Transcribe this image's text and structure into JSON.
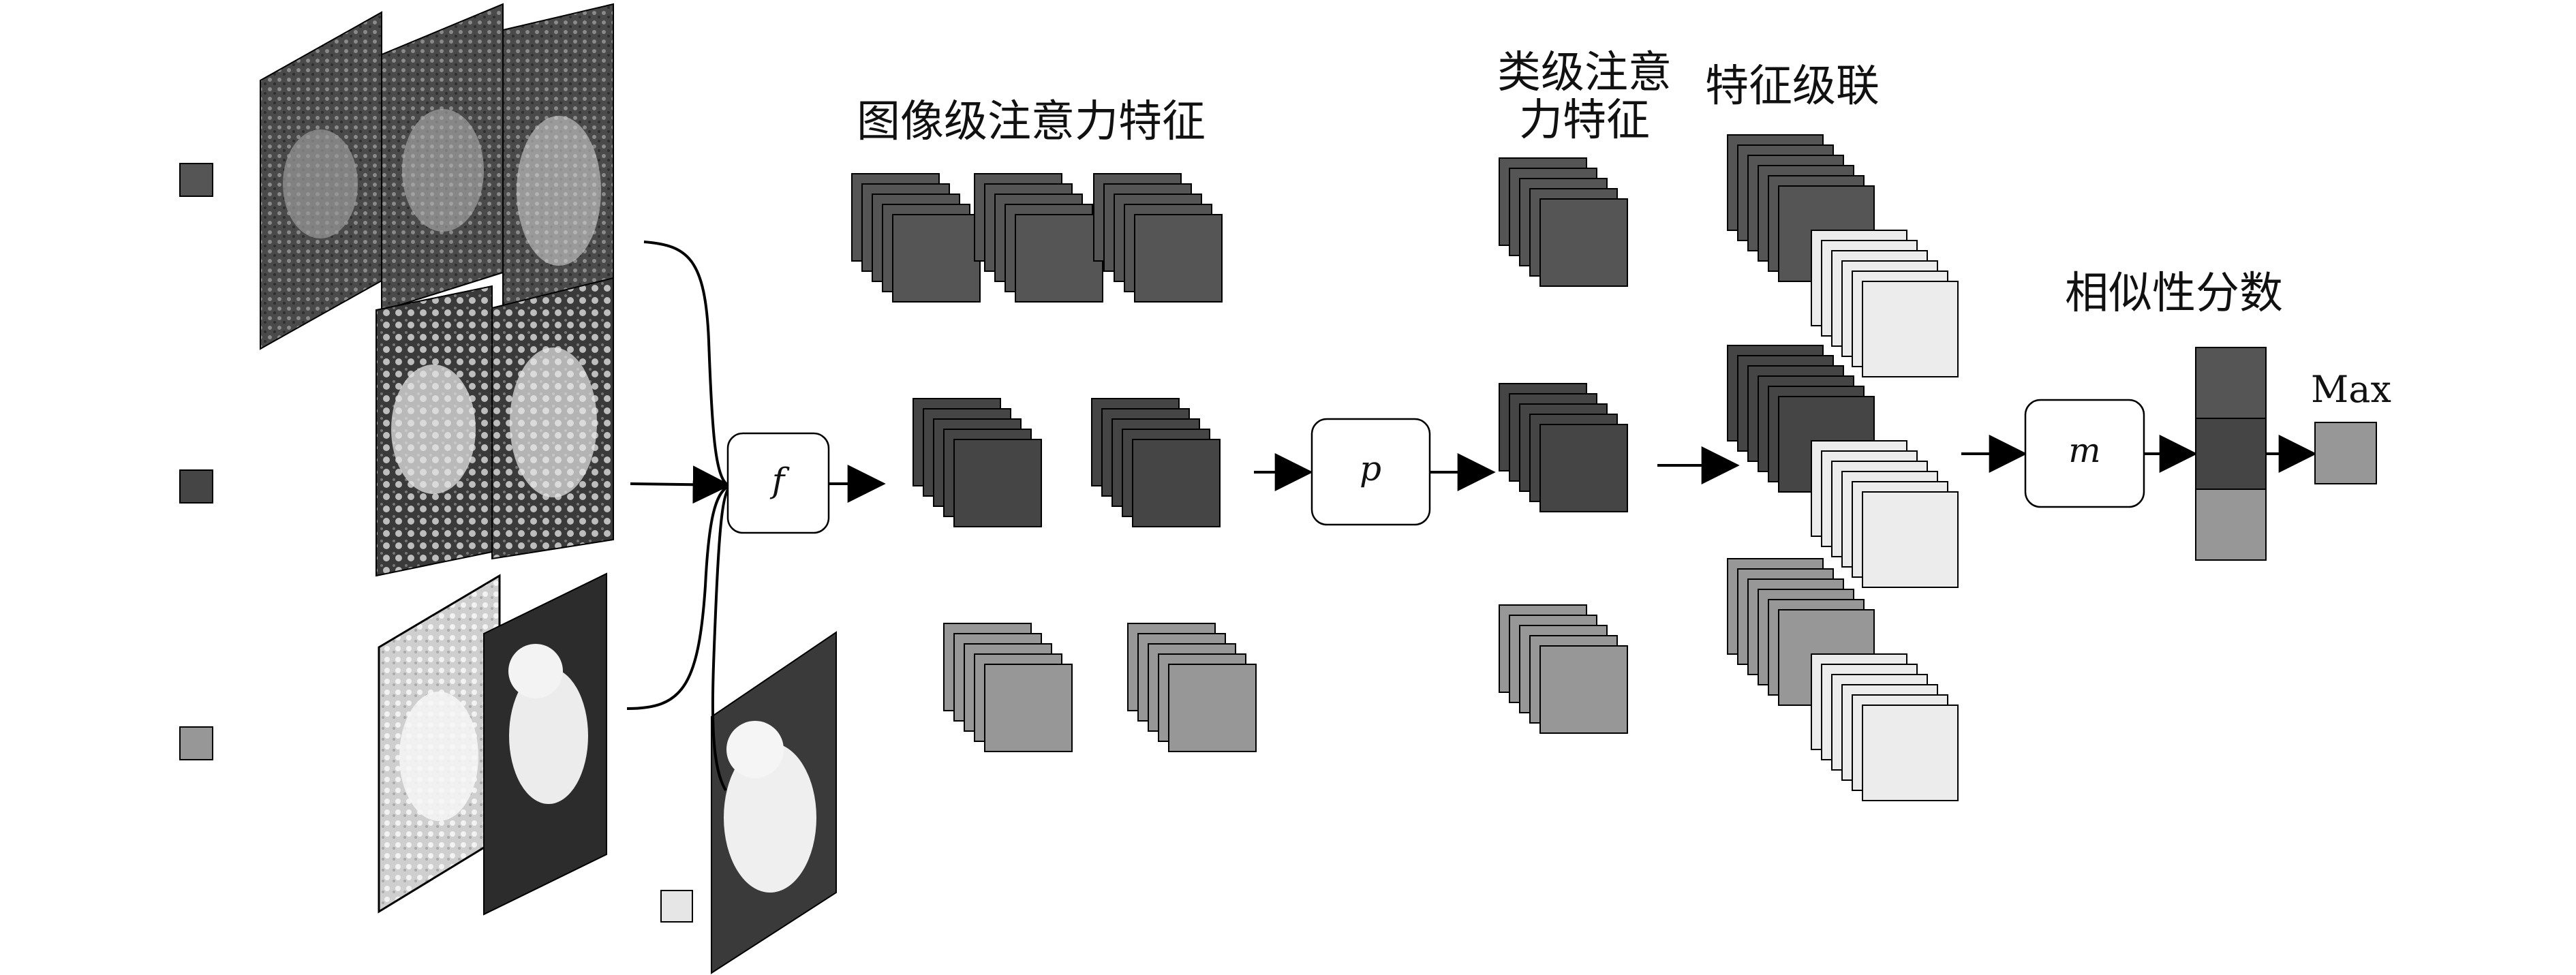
{
  "labels": {
    "image_attention": "图像级注意力特征",
    "class_attention_line1": "类级注意",
    "class_attention_line2": "力特征",
    "feature_concat": "特征级联",
    "similarity": "相似性分数",
    "max": "Max"
  },
  "functions": {
    "f": "f",
    "p": "p",
    "m": "m"
  },
  "colors": {
    "class_a": "#555555",
    "class_b": "#454545",
    "class_c": "#979797",
    "query": "#e6e6e6",
    "query_feature": "#ececec",
    "line": "#000000"
  },
  "support_classes": [
    {
      "color_key": "class_a",
      "images": 3
    },
    {
      "color_key": "class_b",
      "images": 2
    },
    {
      "color_key": "class_c",
      "images": 2
    }
  ],
  "image_feature_stacks_per_class": [
    3,
    2,
    2
  ],
  "similarity_scores": [
    "class_a",
    "class_b",
    "class_c"
  ],
  "max_output_color_key": "class_c"
}
